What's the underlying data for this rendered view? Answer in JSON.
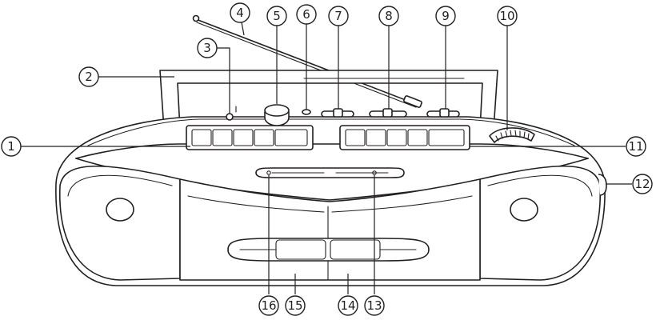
{
  "callouts": [
    {
      "id": "c1",
      "label": "1"
    },
    {
      "id": "c2",
      "label": "2"
    },
    {
      "id": "c3",
      "label": "3"
    },
    {
      "id": "c4",
      "label": "4"
    },
    {
      "id": "c5",
      "label": "5"
    },
    {
      "id": "c6",
      "label": "6"
    },
    {
      "id": "c7",
      "label": "7"
    },
    {
      "id": "c8",
      "label": "8"
    },
    {
      "id": "c9",
      "label": "9"
    },
    {
      "id": "c10",
      "label": "10"
    },
    {
      "id": "c11",
      "label": "11"
    },
    {
      "id": "c12",
      "label": "12"
    },
    {
      "id": "c13",
      "label": "13"
    },
    {
      "id": "c14",
      "label": "14"
    },
    {
      "id": "c15",
      "label": "15"
    },
    {
      "id": "c16",
      "label": "16"
    }
  ],
  "colors": {
    "ink": "#231f20",
    "paper": "#ffffff"
  }
}
